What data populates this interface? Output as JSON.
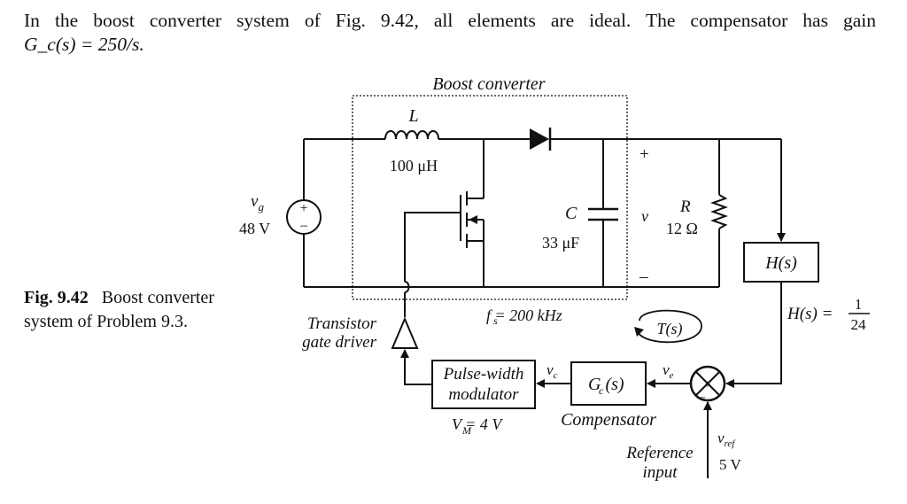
{
  "problem": {
    "line1": "In the boost converter system of Fig. 9.42, all elements are ideal. The compensator has gain",
    "line2": "G_c(s) = 250/s."
  },
  "caption": {
    "fig_label": "Fig. 9.42",
    "text_a": "Boost converter",
    "text_b": "system of Problem 9.3."
  },
  "diagram": {
    "boost_converter_label": "Boost converter",
    "inductor_symbol": "L",
    "inductor_value": "100 μH",
    "source_symbol": "v",
    "source_symbol_sub": "g",
    "source_value": "48 V",
    "capacitor_symbol": "C",
    "capacitor_value": "33 μF",
    "output_symbol": "v",
    "plus_sign": "+",
    "minus_sign": "–",
    "resistor_symbol": "R",
    "resistor_value": "12 Ω",
    "sensor_block": "H(s)",
    "sensor_eq_lhs": "H(s) =",
    "sensor_eq_num": "1",
    "sensor_eq_den": "24",
    "switching_freq": "f = 200 kHz",
    "switching_freq_sub": "s",
    "gate_driver_line1": "Transistor",
    "gate_driver_line2": "gate driver",
    "pwm_line1": "Pulse-width",
    "pwm_line2": "modulator",
    "pwm_gain": "V = 4 V",
    "pwm_gain_sub": "M",
    "vc_label": "v",
    "vc_sub": "c",
    "compensator_block": "G (s)",
    "compensator_sub": "c",
    "compensator_label": "Compensator",
    "ve_label": "v",
    "ve_sub": "e",
    "loop_gain_label": "T(s)",
    "reference_line1": "Reference",
    "reference_line2": "input",
    "vref_label": "v",
    "vref_sub": "ref",
    "vref_value": "5 V"
  }
}
